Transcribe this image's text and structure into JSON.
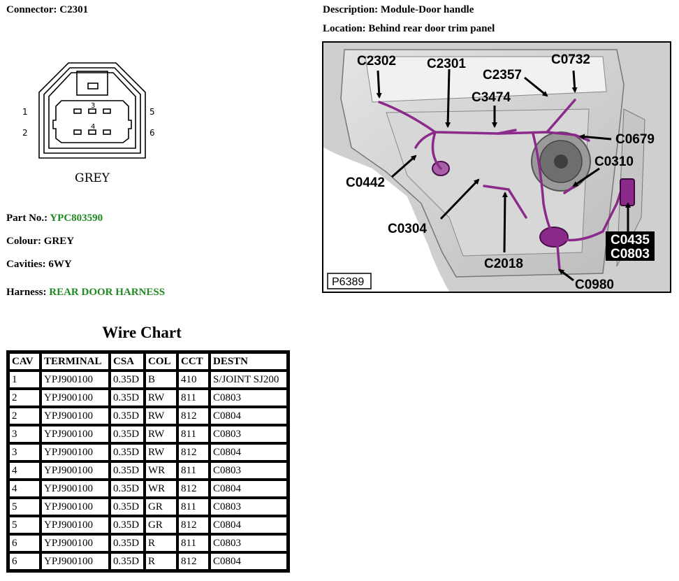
{
  "connector": {
    "label": "Connector: C2301",
    "description": "Description: Module-Door handle",
    "location": "Location: Behind rear door trim panel",
    "part_label": "Part No.: ",
    "part_value": "YPC803590",
    "colour": "Colour: GREY",
    "cavities": "Cavities: 6WY",
    "harness_label": "Harness: ",
    "harness_value": "REAR DOOR HARNESS"
  },
  "diagram": {
    "pins": [
      "1",
      "2",
      "3",
      "4",
      "5",
      "6"
    ],
    "body_label": "GREY"
  },
  "photo": {
    "ref": "P6389",
    "callouts": [
      "C2302",
      "C2301",
      "C2357",
      "C0732",
      "C3474",
      "C0679",
      "C0310",
      "C0442",
      "C0304",
      "C0435",
      "C0803",
      "C2018",
      "C0980"
    ]
  },
  "wire_chart": {
    "title": "Wire Chart",
    "headers": [
      "CAV",
      "TERMINAL",
      "CSA",
      "COL",
      "CCT",
      "DESTN"
    ],
    "rows": [
      [
        "1",
        "YPJ900100",
        "0.35D",
        "B",
        "410",
        "S/JOINT SJ200"
      ],
      [
        "2",
        "YPJ900100",
        "0.35D",
        "RW",
        "811",
        "C0803"
      ],
      [
        "2",
        "YPJ900100",
        "0.35D",
        "RW",
        "812",
        "C0804"
      ],
      [
        "3",
        "YPJ900100",
        "0.35D",
        "RW",
        "811",
        "C0803"
      ],
      [
        "3",
        "YPJ900100",
        "0.35D",
        "RW",
        "812",
        "C0804"
      ],
      [
        "4",
        "YPJ900100",
        "0.35D",
        "WR",
        "811",
        "C0803"
      ],
      [
        "4",
        "YPJ900100",
        "0.35D",
        "WR",
        "812",
        "C0804"
      ],
      [
        "5",
        "YPJ900100",
        "0.35D",
        "GR",
        "811",
        "C0803"
      ],
      [
        "5",
        "YPJ900100",
        "0.35D",
        "GR",
        "812",
        "C0804"
      ],
      [
        "6",
        "YPJ900100",
        "0.35D",
        "R",
        "811",
        "C0803"
      ],
      [
        "6",
        "YPJ900100",
        "0.35D",
        "R",
        "812",
        "C0804"
      ]
    ]
  },
  "colors": {
    "green": "#1f8a1f",
    "harness": "#8b2a8b"
  }
}
